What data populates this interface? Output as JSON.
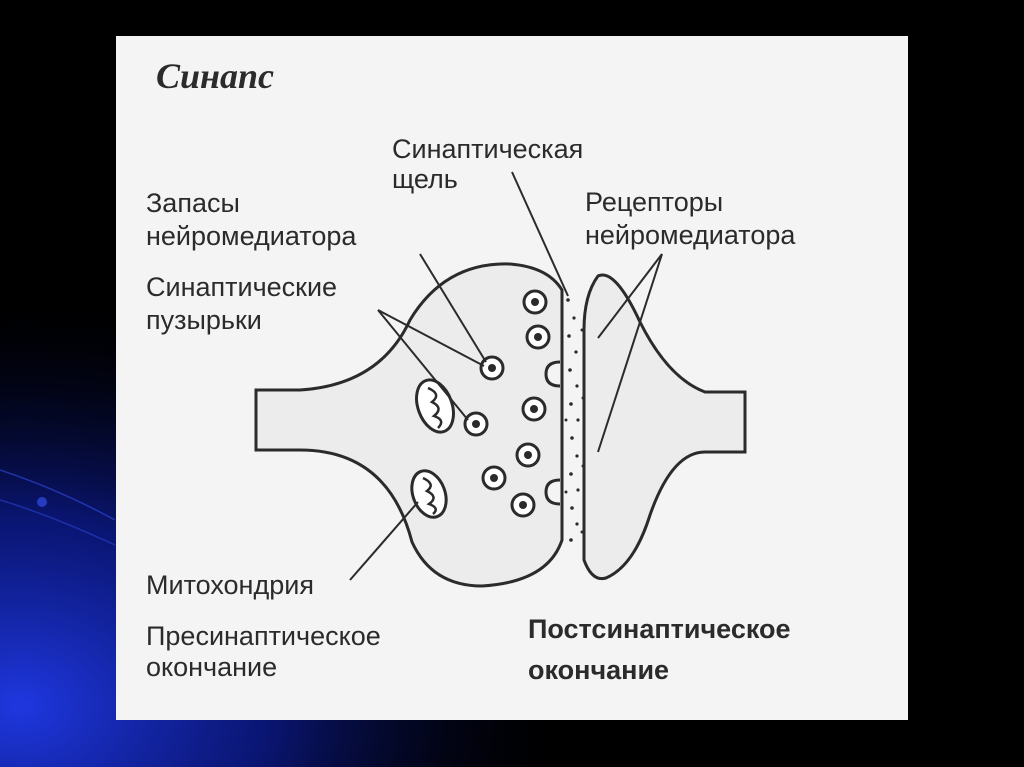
{
  "title": "Синапс",
  "labels": {
    "cleft_line1": "Синаптическая",
    "cleft_line2": "щель",
    "stores_line1": "Запасы",
    "stores_line2": "нейромедиатора",
    "receptors_line1": "Рецепторы",
    "receptors_line2": "нейромедиатора",
    "vesicles_line1": "Синаптические",
    "vesicles_line2": "пузырьки",
    "mitochondria": "Митохондрия",
    "presynaptic_line1": "Пресинаптическое",
    "presynaptic_line2": "окончание",
    "postsynaptic_line1": "Постсинаптическое",
    "postsynaptic_line2": "окончание"
  },
  "colors": {
    "background": "#000000",
    "accent_glow": "#1a2fd0",
    "card": "#f4f4f4",
    "ink": "#2b2b2b",
    "shape_fill": "#ececec"
  }
}
